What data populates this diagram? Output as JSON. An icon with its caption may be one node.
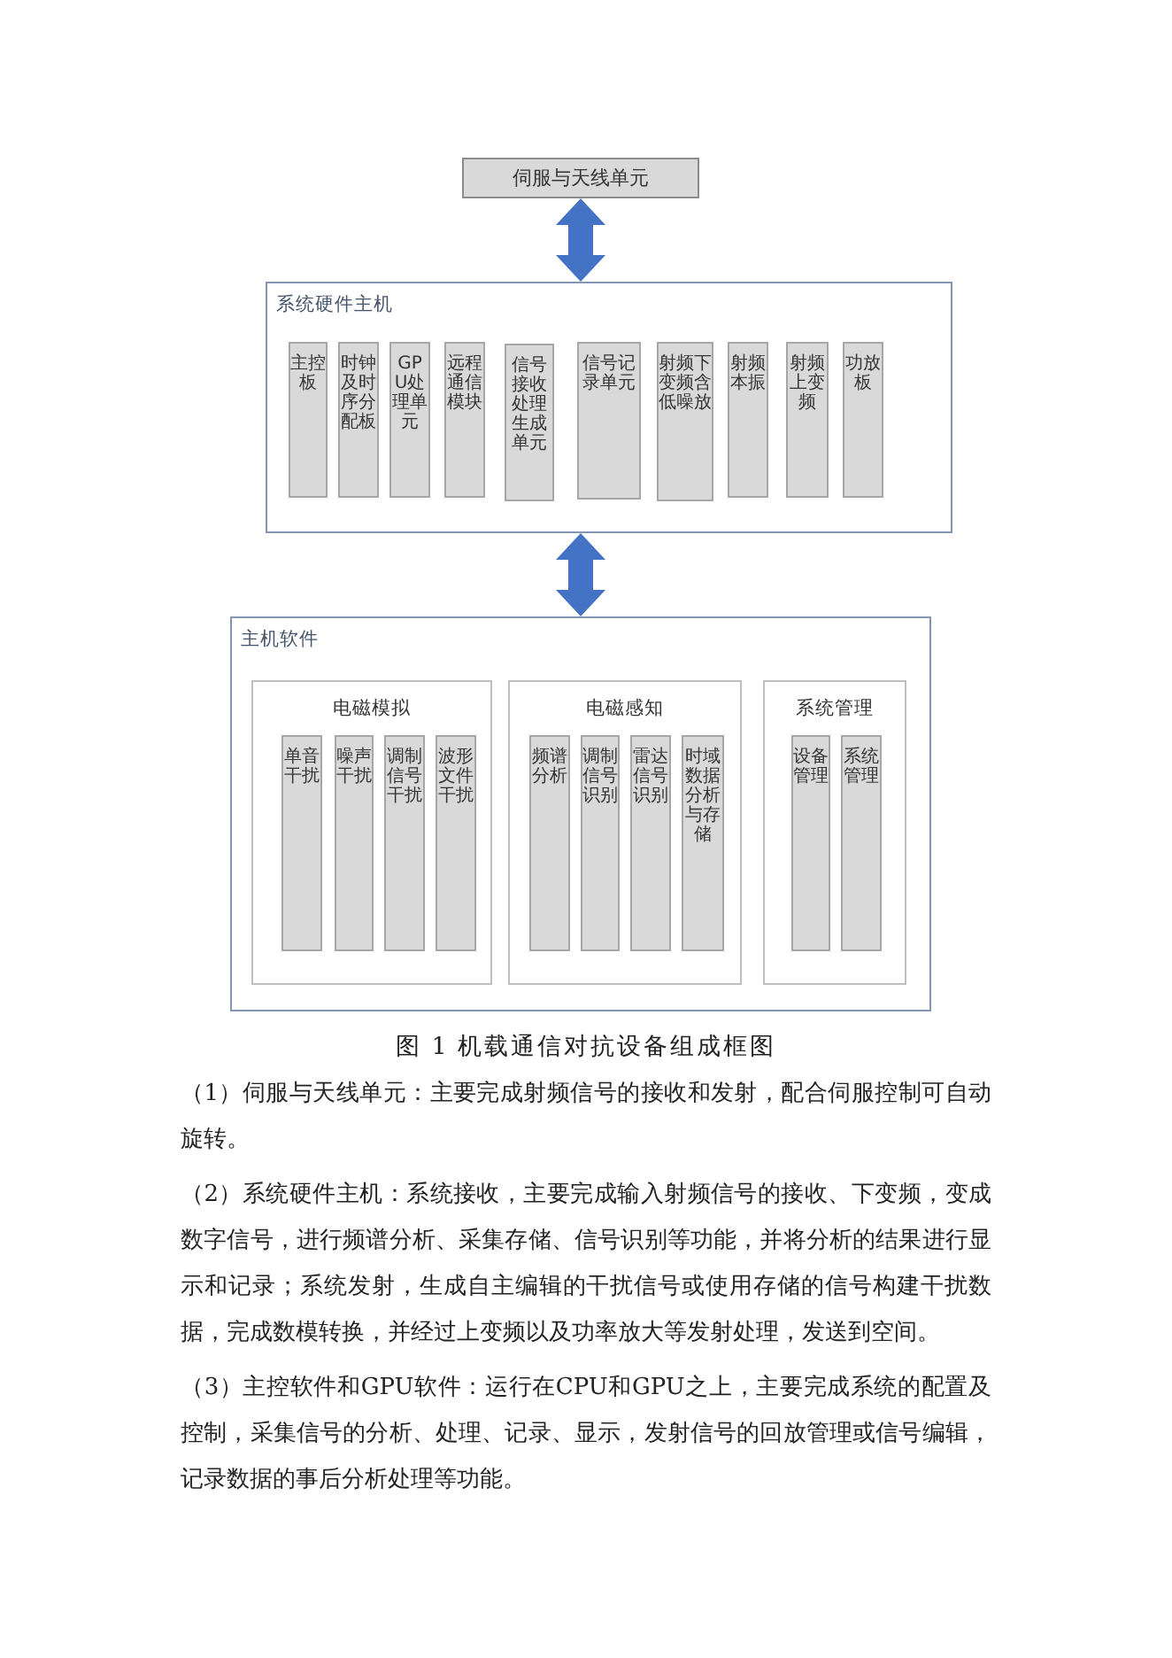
{
  "diagram": {
    "caption": "图 1 机载通信对抗设备组成框图",
    "nodes": [
      {
        "text": [
          "伺服与天线单元"
        ]
      },
      {
        "text": [
          "系统硬件主机"
        ]
      },
      {
        "text": [
          "主控板"
        ],
        "in": 1
      },
      {
        "text": [
          "时钟及时序分配板"
        ],
        "in": 1
      },
      {
        "text": [
          "GPU处理单元"
        ],
        "in": 1
      },
      {
        "text": [
          "远程通信模块"
        ],
        "in": 1
      },
      {
        "text": [
          "信号接收处理生成单元"
        ],
        "in": 1
      },
      {
        "text": [
          "信号记录单元"
        ],
        "in": 1
      },
      {
        "text": [
          "射频下变频含低噪放"
        ],
        "in": 1
      },
      {
        "text": [
          "射频本振"
        ],
        "in": 1
      },
      {
        "text": [
          "射频上变频"
        ],
        "in": 1
      },
      {
        "text": [
          "功放板"
        ],
        "in": 1
      },
      {
        "text": [
          "主机软件"
        ]
      },
      {
        "text": [
          "电磁模拟"
        ],
        "in": 12
      },
      {
        "text": [
          "单音干扰"
        ],
        "in": 13
      },
      {
        "text": [
          "噪声干扰"
        ],
        "in": 13
      },
      {
        "text": [
          "调制信号干扰"
        ],
        "in": 13
      },
      {
        "text": [
          "波形文件干扰"
        ],
        "in": 13
      },
      {
        "text": [
          "电磁感知"
        ],
        "in": 12
      },
      {
        "text": [
          "频谱分析"
        ],
        "in": 18
      },
      {
        "text": [
          "调制信号识别"
        ],
        "in": 18
      },
      {
        "text": [
          "雷达信号识别"
        ],
        "in": 18
      },
      {
        "text": [
          "时域数据分析与存储"
        ],
        "in": 18
      },
      {
        "text": [
          "系统管理"
        ],
        "in": 12
      },
      {
        "text": [
          "设备管理"
        ],
        "in": 23
      },
      {
        "text": [
          "系统管理"
        ],
        "in": 23
      }
    ],
    "edges": [
      {
        "from": 0,
        "to": 1,
        "arrow": "both",
        "style": "thick",
        "color": "#4472c4"
      },
      {
        "from": 1,
        "to": 12,
        "arrow": "both",
        "style": "thick",
        "color": "#4472c4"
      }
    ],
    "labels": [
      "（1）伺服与天线单元：主要完成射频信号的接收和发射，配合伺服控制可自动旋转。",
      "（2）系统硬件主机：系统接收，主要完成输入射频信号的接收、下变频，变成数字信号，进行频谱分析、采集存储、信号识别等功能，并将分析的结果进行显示和记录；系统发射，生成自主编辑的干扰信号或使用存储的信号构建干扰数据，完成数模转换，并经过上变频以及功率放大等发射处理，发送到空间。",
      "（3）主控软件和GPU软件：运行在CPU和GPU之上，主要完成系统的配置及控制，采集信号的分析、处理、记录、显示，发射信号的回放管理或信号编辑，记录数据的事后分析处理等功能。"
    ]
  }
}
